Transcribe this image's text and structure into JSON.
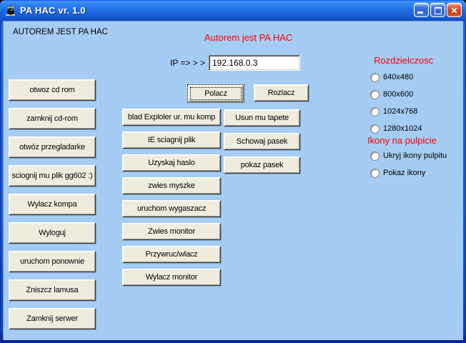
{
  "window": {
    "title": "PA HAC vr. 1.0",
    "close_glyph": "✕"
  },
  "labels": {
    "author_caps": "AUTOREM JEST PA HAC",
    "author_red": "Autorem jest PA HAC",
    "ip_label": "IP => > >"
  },
  "ip_input": {
    "value": "192.168.0.3"
  },
  "buttons": {
    "connect": "Polacz",
    "disconnect": "Rozlacz",
    "left": [
      "otwoz cd rom",
      "zamknij cd-rom",
      "otwóz przegladarke",
      "sciognij mu plik gg602 :)",
      "Wylacz kompa",
      "Wyloguj",
      "uruchom ponownie",
      "Zniszcz lamusa",
      "Zamknij serwer"
    ],
    "middle": [
      "blad Exploler ur. mu komp",
      "IE sciagnij plik",
      "Uzyskaj haslo",
      "zwies myszke",
      "uruchom wygaszacz",
      "Zwies monitor",
      "Przywruc/wlacz",
      "Wylacz monitor"
    ],
    "right": [
      "Usun mu tapete",
      "Schowaj pasek",
      "pokaz pasek"
    ]
  },
  "resolution": {
    "title": "Rozdzielczosc",
    "options": [
      "640x480",
      "800x600",
      "1024x768",
      "1280x1024"
    ]
  },
  "desktop_icons": {
    "title": "Ikony na pulpicie",
    "options": [
      "Ukryj ikony pulpitu",
      "Pokaz ikony"
    ]
  },
  "colors": {
    "titlebar_blue": "#1E68E2",
    "border_blue": "#1A57D8",
    "client_bg": "#A5CCF3",
    "button_face": "#EFECDE",
    "heading_red": "#FF0000",
    "close_red": "#CC3B12"
  }
}
